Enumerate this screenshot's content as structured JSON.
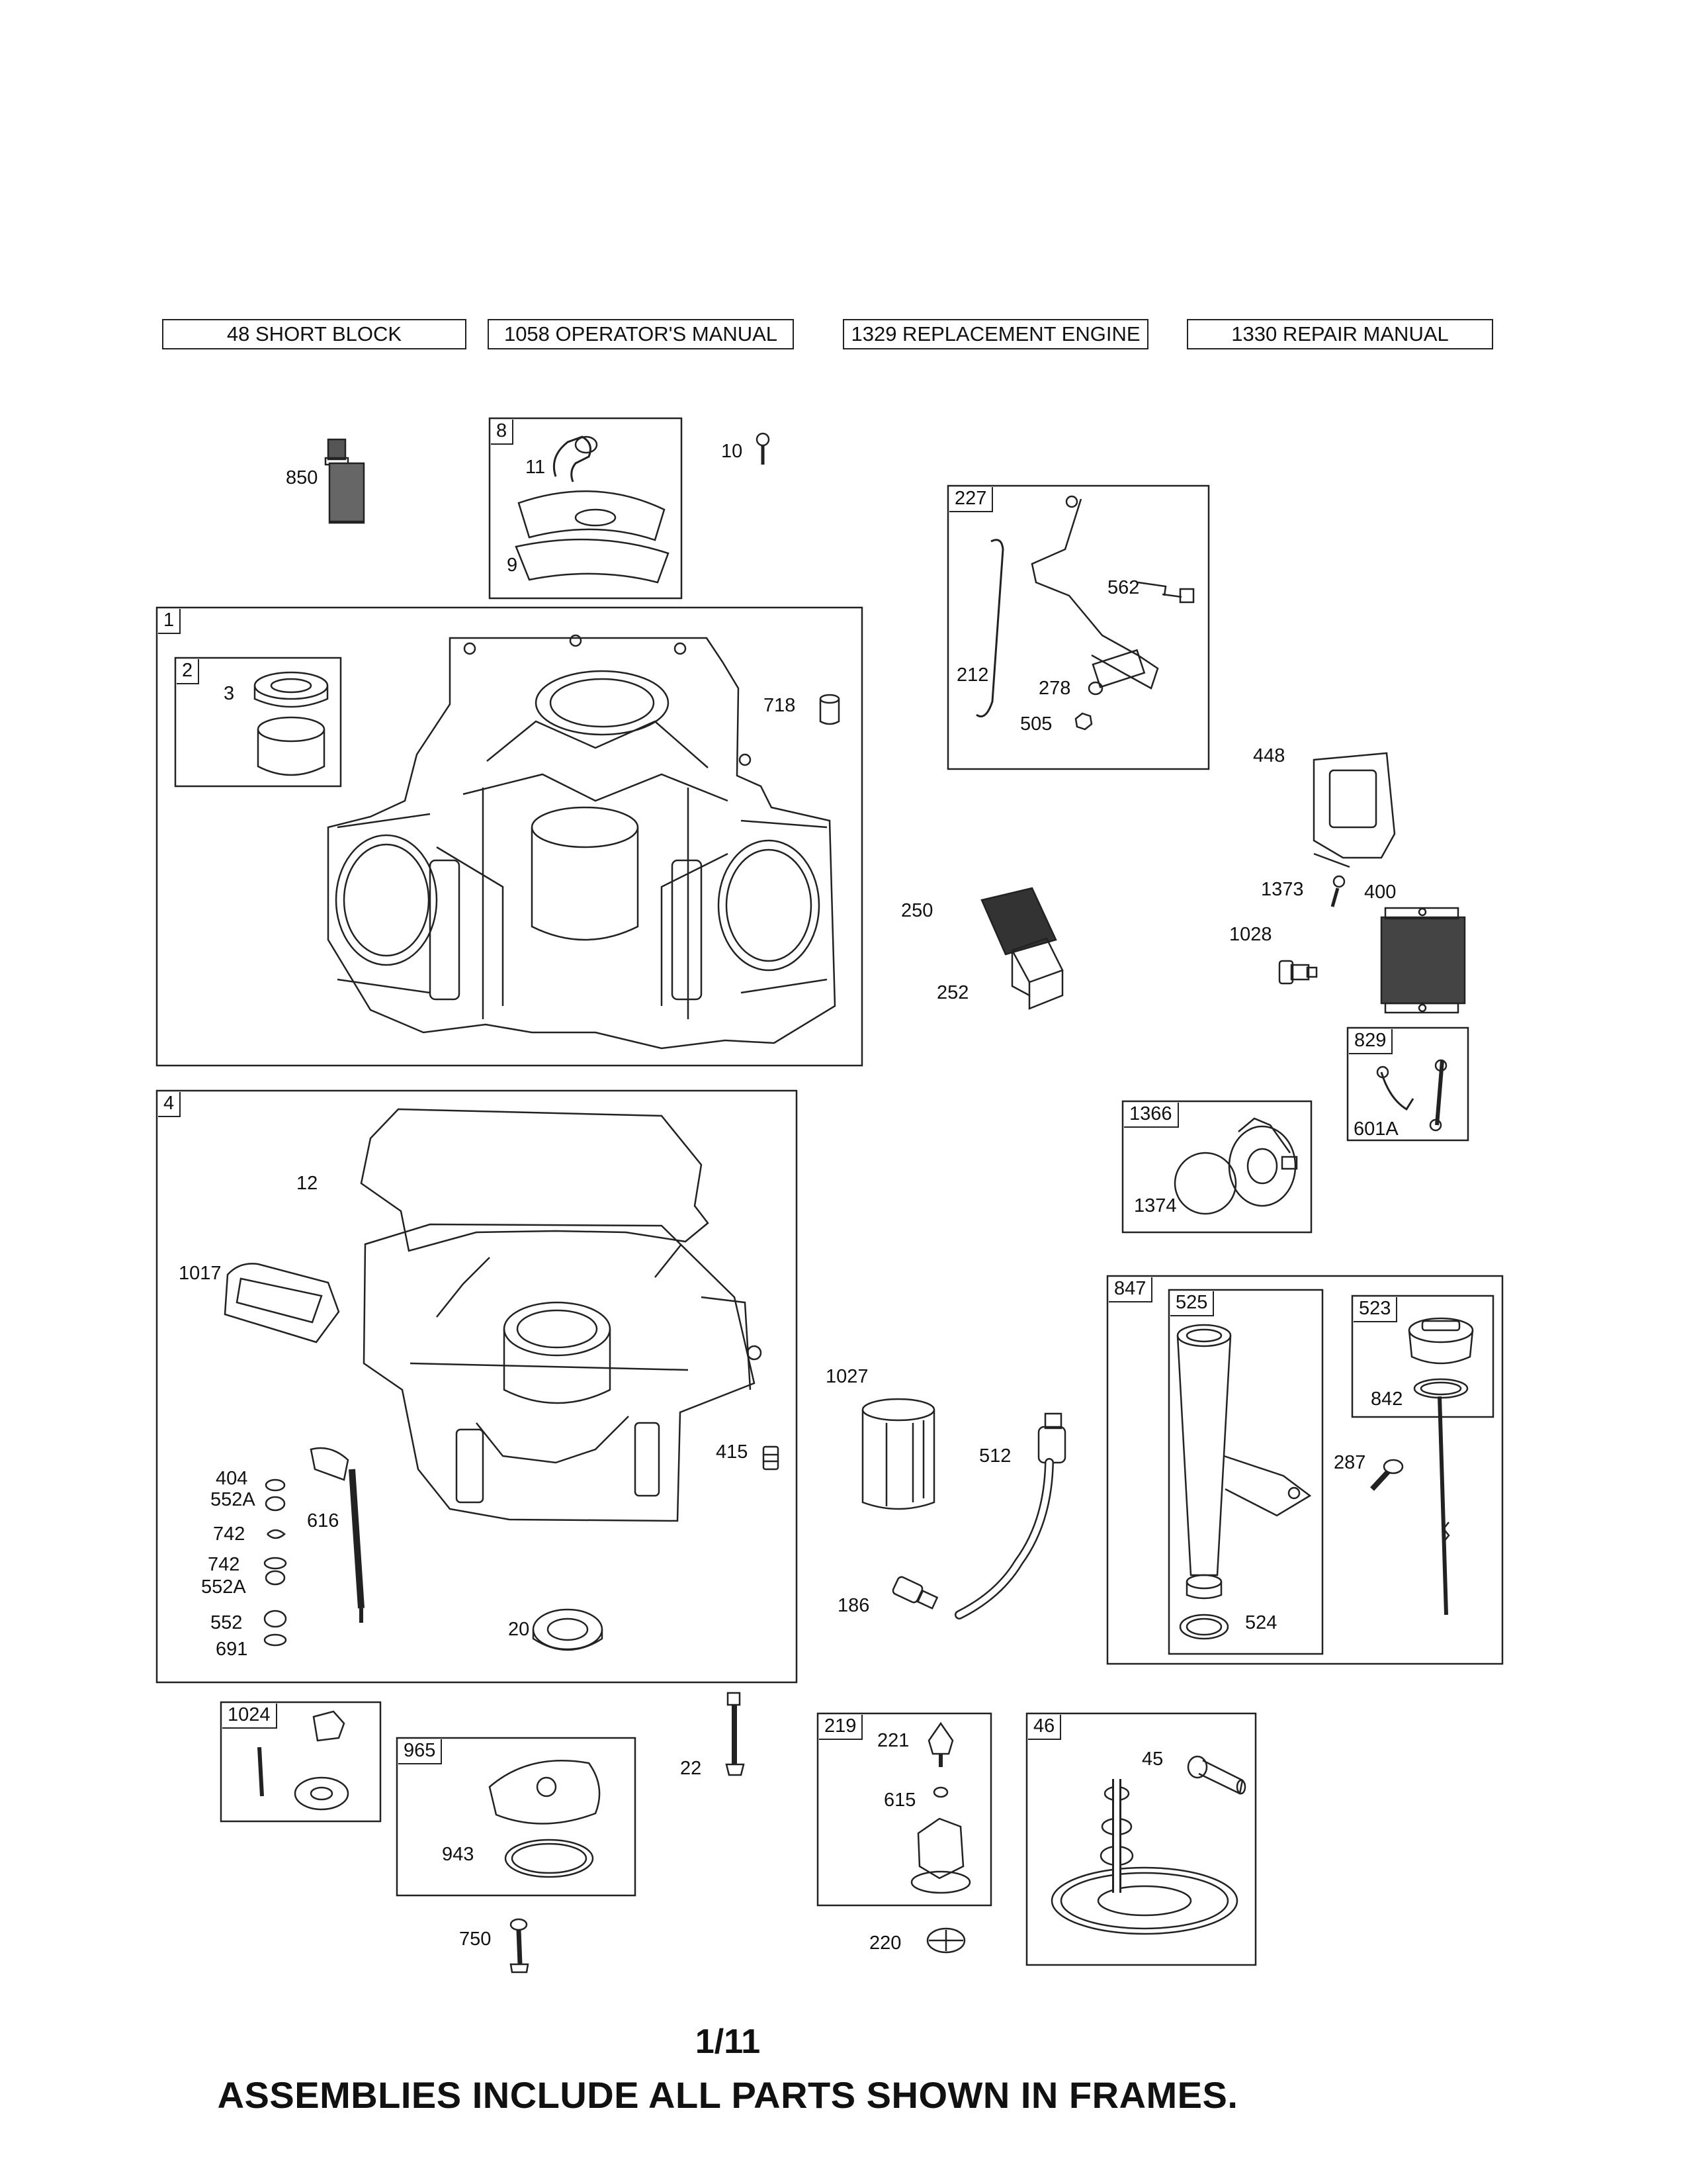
{
  "header_refs": [
    "48 SHORT BLOCK",
    "1058 OPERATOR'S MANUAL",
    "1329 REPLACEMENT ENGINE",
    "1330 REPAIR MANUAL"
  ],
  "frame_labels": {
    "f8": "8",
    "f227": "227",
    "f1": "1",
    "f2": "2",
    "f4": "4",
    "f829": "829",
    "f1366": "1366",
    "f847": "847",
    "f525": "525",
    "f523": "523",
    "f1024": "1024",
    "f965": "965",
    "f219": "219",
    "f46": "46"
  },
  "part_labels": {
    "p850": "850",
    "p11": "11",
    "p9": "9",
    "p10": "10",
    "p562": "562",
    "p212": "212",
    "p278": "278",
    "p505": "505",
    "p3": "3",
    "p718": "718",
    "p448": "448",
    "p1373": "1373",
    "p400": "400",
    "p1028": "1028",
    "p250": "250",
    "p252": "252",
    "p601A": "601A",
    "p12": "12",
    "p1017": "1017",
    "p1374": "1374",
    "p842": "842",
    "p287": "287",
    "p1027": "1027",
    "p512": "512",
    "p415": "415",
    "p404": "404",
    "p552A_1": "552A",
    "p742_1": "742",
    "p742_2": "742",
    "p552A_2": "552A",
    "p552": "552",
    "p691": "691",
    "p616": "616",
    "p20": "20",
    "p186": "186",
    "p524": "524",
    "p22": "22",
    "p221": "221",
    "p615": "615",
    "p45": "45",
    "p943": "943",
    "p750": "750",
    "p220": "220"
  },
  "page_number": "1/11",
  "footer_note": "ASSEMBLIES INCLUDE ALL PARTS SHOWN IN FRAMES."
}
